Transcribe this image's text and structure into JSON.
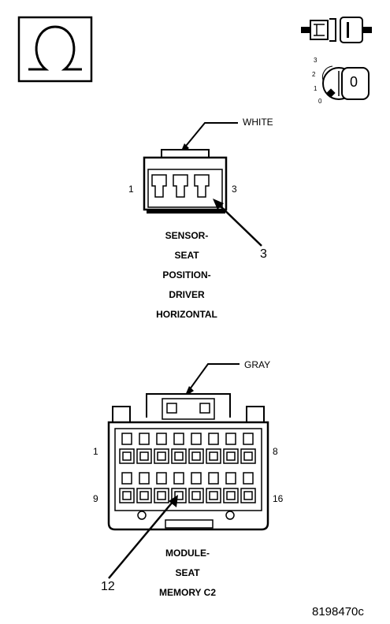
{
  "top_icons": {
    "ohmmeter_icon": "ohm-symbol",
    "connector_icon": "disconnected-connector",
    "ignition_icon": "ignition-key-off",
    "ignition_positions": [
      "3",
      "2",
      "1",
      "0"
    ],
    "key_label": "0"
  },
  "sensor_connector": {
    "color_label": "WHITE",
    "pin_left": "1",
    "pin_right": "3",
    "callout_pin": "3",
    "caption_lines": [
      "SENSOR-",
      "SEAT",
      "POSITION-",
      "DRIVER",
      "HORIZONTAL"
    ]
  },
  "module_connector": {
    "color_label": "GRAY",
    "pin_top_left": "1",
    "pin_top_right": "8",
    "pin_bottom_left": "9",
    "pin_bottom_right": "16",
    "callout_pin": "12",
    "caption_lines": [
      "MODULE-",
      "SEAT",
      "MEMORY C2"
    ]
  },
  "figure_id": "8198470c"
}
